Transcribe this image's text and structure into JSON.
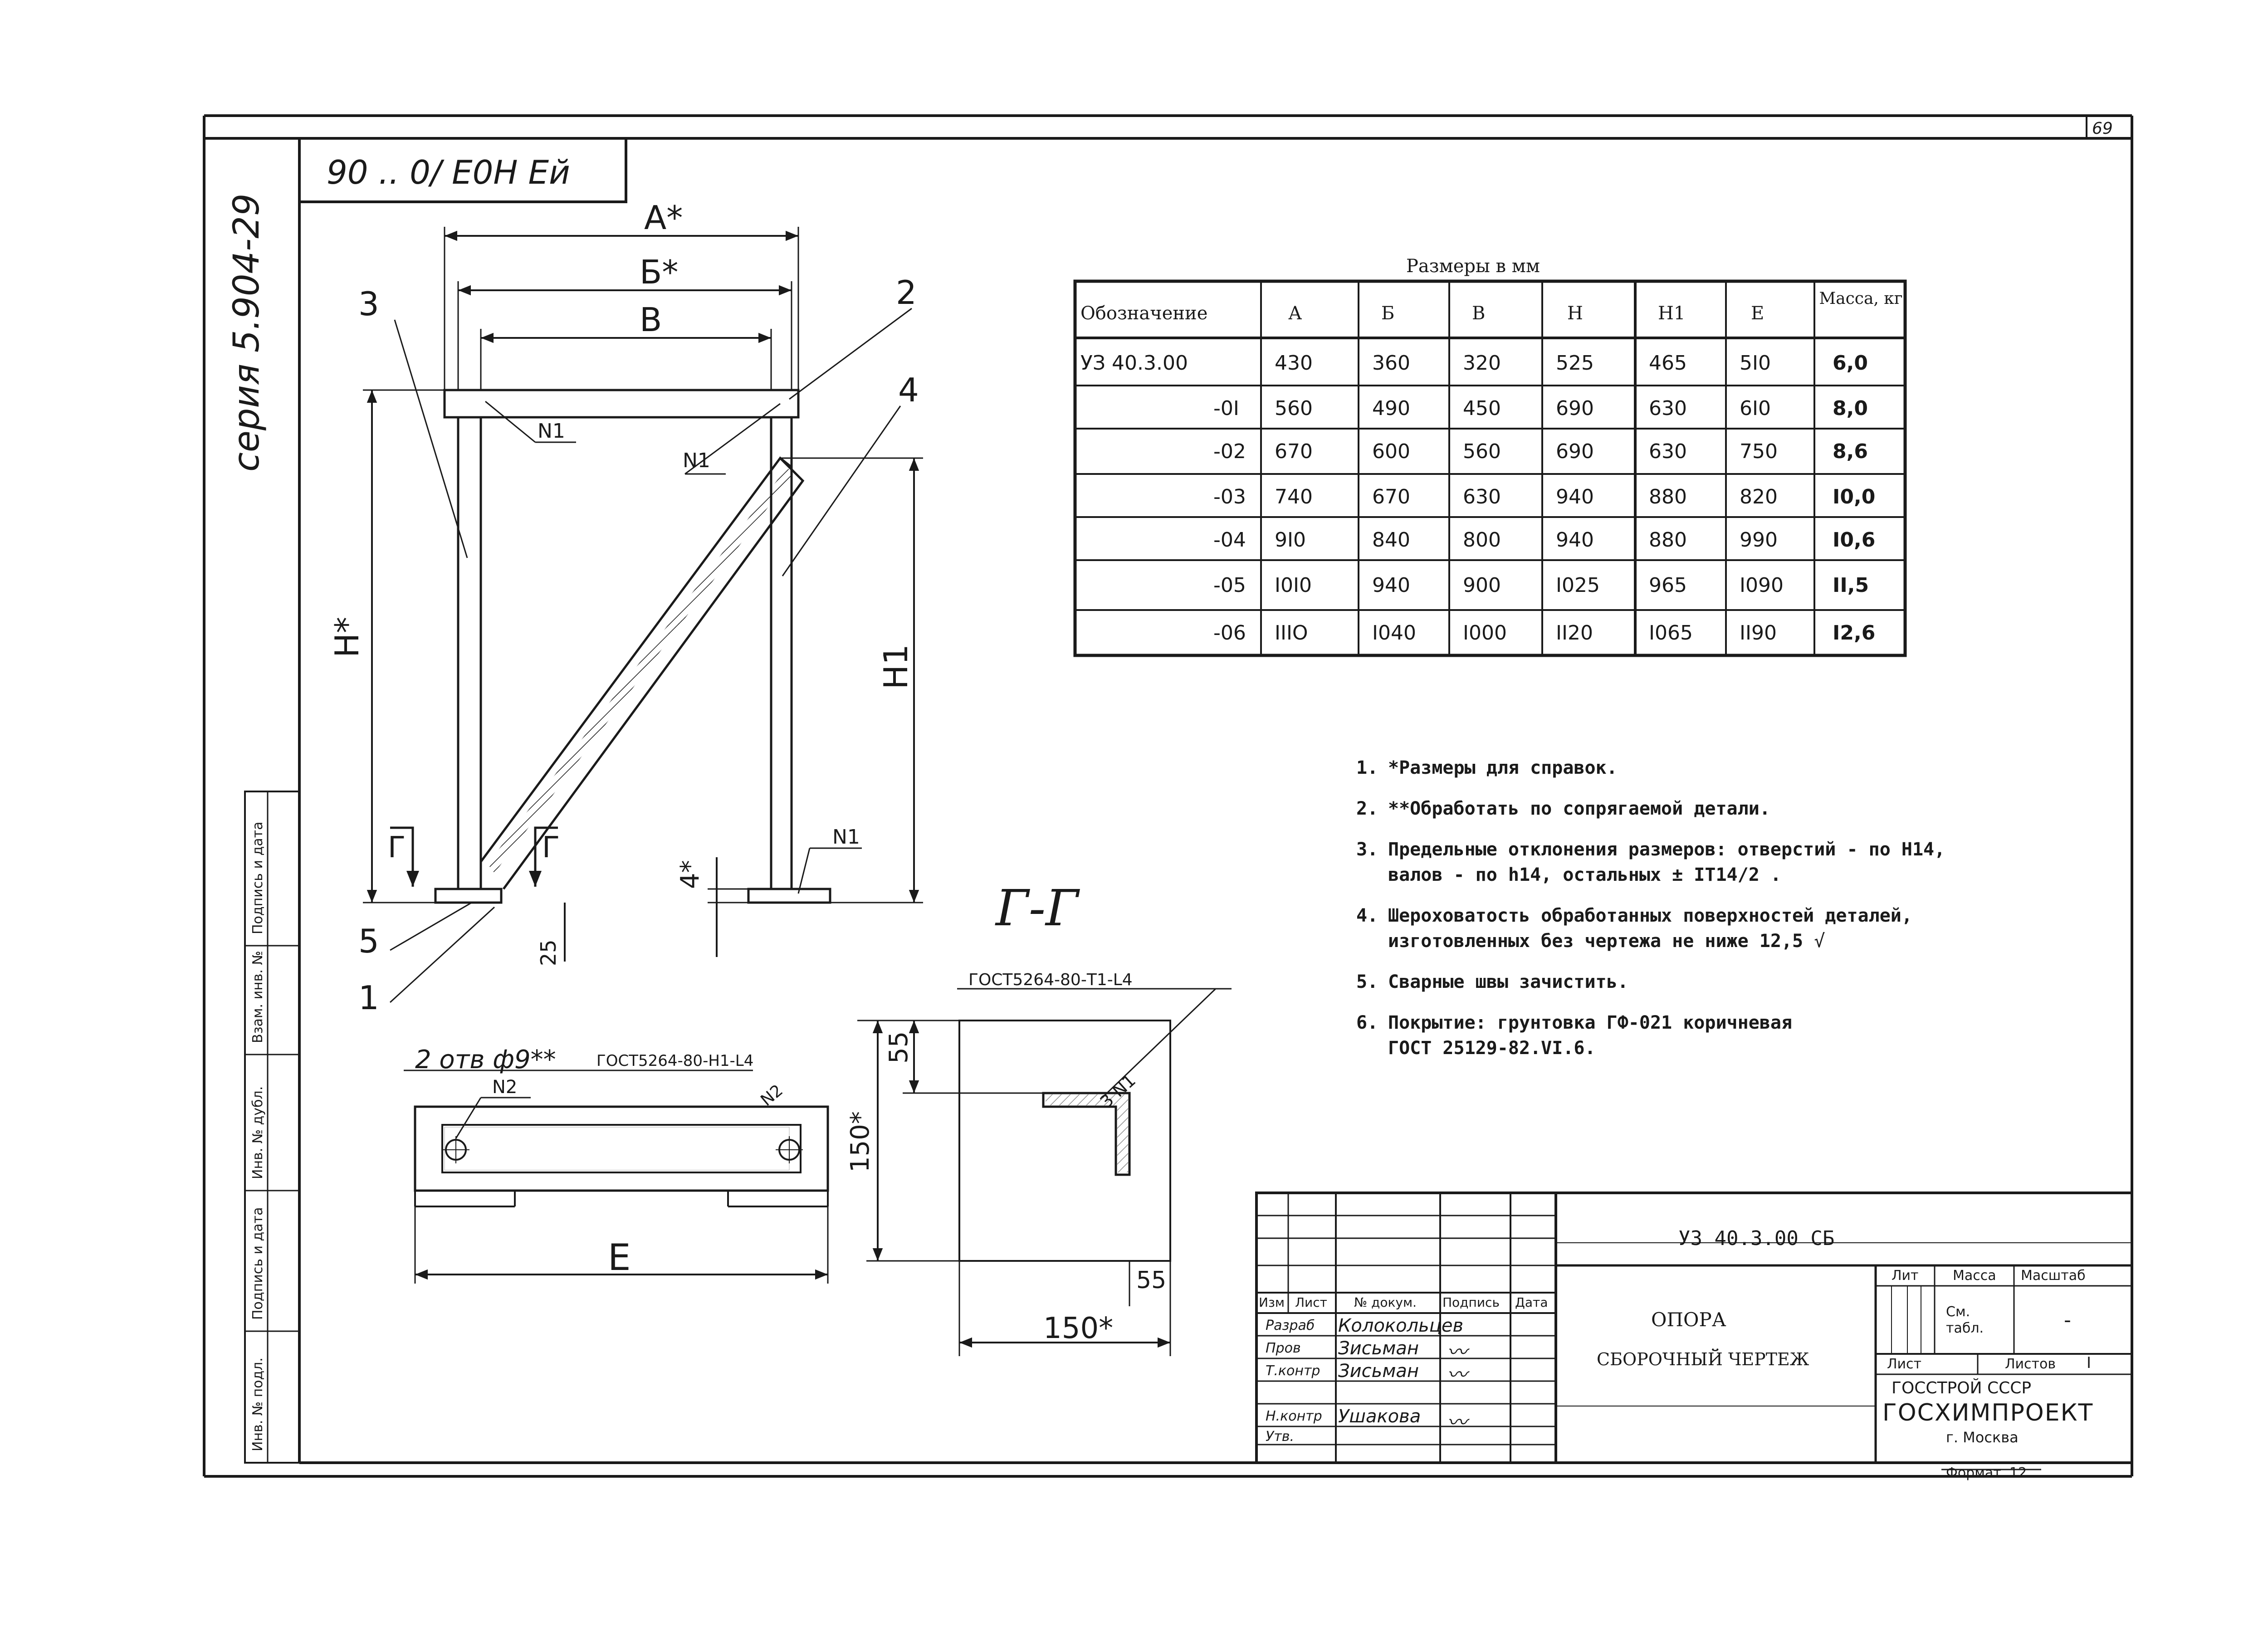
{
  "sheet_number": "69",
  "inventory_stamp": "90 .. 0/ Е0Н Ей",
  "series_label": "серия 5.904-29",
  "side_stamp": {
    "labels": [
      "Подпись и дата",
      "Взам. инв. №",
      "Инв. № дубл.",
      "Подпись и дата",
      "Инв. № подл."
    ]
  },
  "main_view": {
    "dim_A": "А*",
    "dim_B": "Б*",
    "dim_V": "В",
    "dim_H": "Н*",
    "dim_H1": "Н1",
    "dim_4": "4*",
    "dim_25": "25",
    "section_mark_left": "Г",
    "section_mark_right": "Г",
    "callouts": [
      "1",
      "2",
      "3",
      "4",
      "5"
    ],
    "weld_labels": [
      "N1",
      "N1",
      "N1"
    ]
  },
  "bottom_view": {
    "holes_label": "2 отв  ф9**",
    "weld_spec": "ГОСТ5264-80-Н1-L4",
    "weld_n2_left": "N2",
    "weld_n2_right": "N2",
    "dim_E": "Е"
  },
  "section_view": {
    "title": "Г-Г",
    "weld_spec": "ГОСТ5264-80-Т1-L4",
    "weld_label": "3 N1",
    "dim_55_top": "55",
    "dim_150_vertical": "150*",
    "dim_55_bottom": "55",
    "dim_150_horizontal": "150*"
  },
  "table": {
    "caption": "Размеры в мм",
    "headers": [
      "Обозначение",
      "А",
      "Б",
      "В",
      "Н",
      "Н1",
      "Е",
      "Масса, кг"
    ],
    "rows": [
      [
        "УЗ 40.3.00",
        "430",
        "360",
        "320",
        "525",
        "465",
        "5I0",
        "6,0"
      ],
      [
        "-0I",
        "560",
        "490",
        "450",
        "690",
        "630",
        "6I0",
        "8,0"
      ],
      [
        "-02",
        "670",
        "600",
        "560",
        "690",
        "630",
        "750",
        "8,6"
      ],
      [
        "-03",
        "740",
        "670",
        "630",
        "940",
        "880",
        "820",
        "I0,0"
      ],
      [
        "-04",
        "9I0",
        "840",
        "800",
        "940",
        "880",
        "990",
        "I0,6"
      ],
      [
        "-05",
        "I0I0",
        "940",
        "900",
        "I025",
        "965",
        "I090",
        "II,5"
      ],
      [
        "-06",
        "IIIO",
        "I040",
        "I000",
        "II20",
        "I065",
        "II90",
        "I2,6"
      ]
    ]
  },
  "notes": [
    {
      "num": "1.",
      "lines": [
        "*Размеры для справок."
      ]
    },
    {
      "num": "2.",
      "lines": [
        "**Обработать по сопрягаемой детали."
      ]
    },
    {
      "num": "3.",
      "lines": [
        "Предельные отклонения размеров: отверстий - по Н14,",
        "валов - по h14, остальных ± IT14/2 ."
      ]
    },
    {
      "num": "4.",
      "lines": [
        "Шероховатость обработанных поверхностей деталей,",
        "изготовленных без чертежа не ниже   12,5"
      ]
    },
    {
      "num": "5.",
      "lines": [
        "Сварные швы зачистить."
      ]
    },
    {
      "num": "6.",
      "lines": [
        "Покрытие: грунтовка ГФ-021 коричневая",
        "ГОСТ 25129-82.VI.6."
      ]
    }
  ],
  "title_block": {
    "designation": "УЗ 40.3.00 СБ",
    "name_line1": "ОПОРА",
    "name_line2": "СБОРОЧНЫЙ ЧЕРТЕЖ",
    "col_headers": [
      "Изм",
      "Лист",
      "№ докум.",
      "Подпись",
      "Дата"
    ],
    "roles": [
      "Разраб",
      "Пров",
      "Т.контр",
      "",
      "Н.контр",
      "Утв."
    ],
    "names": [
      "Колокольцев",
      "Зисьман",
      "Зисьман",
      "",
      "Ушакова",
      ""
    ],
    "lit_label": "Лит",
    "mass_label": "Масса",
    "scale_label": "Масштаб",
    "mass_value": "См. табл.",
    "scale_value": "-",
    "sheet_label": "Лист",
    "sheets_label": "Листов",
    "sheets_value": "I",
    "org_line1": "ГОССТРОЙ СССР",
    "org_line2": "ГОСХИМПРОЕКТ",
    "org_line3": "г. Москва",
    "format_label": "Формат",
    "format_value": "12"
  }
}
